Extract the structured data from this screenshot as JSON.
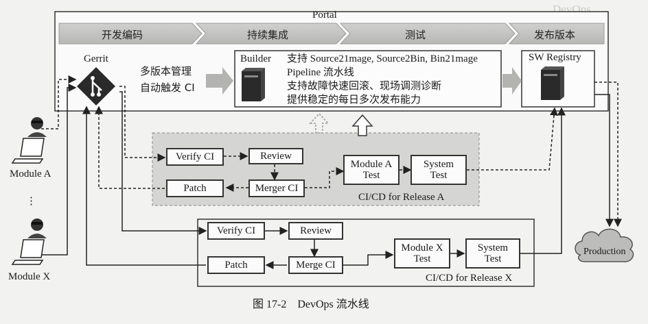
{
  "portal": {
    "title": "Portal"
  },
  "phases": [
    "开发编码",
    "持续集成",
    "测试",
    "发布版本"
  ],
  "gerrit": {
    "label": "Gerrit",
    "desc_line1": "多版本管理",
    "desc_line2": "自动触发 CI"
  },
  "builder": {
    "label": "Builder",
    "line1": "支持 Source21mage, Source2Bin, Bin21mage",
    "line2": "Pipeline 流水线",
    "line3": "支持故障快速回滚、现场调测诊断",
    "line4": "提供稳定的每日多次发布能力"
  },
  "registry": {
    "label": "SW Registry"
  },
  "release_a": {
    "verify": "Verify CI",
    "review": "Review",
    "patch": "Patch",
    "merge": "Merger CI",
    "module_test_l1": "Module A",
    "module_test_l2": "Test",
    "system_test_l1": "System",
    "system_test_l2": "Test",
    "caption": "CI/CD for Release A"
  },
  "release_x": {
    "verify": "Verify CI",
    "review": "Review",
    "patch": "Patch",
    "merge": "Merge CI",
    "module_test_l1": "Module X",
    "module_test_l2": "Test",
    "system_test_l1": "System",
    "system_test_l2": "Test",
    "caption": "CI/CD for Release X"
  },
  "modules": {
    "a": "Module A",
    "dots": "⋮",
    "x": "Module X"
  },
  "production": "Production",
  "figure_caption": "图 17-2　DevOps 流水线",
  "colors": {
    "arrow_gray": "#b8b8b6",
    "shaded_area": "#d6d6d4",
    "line": "#222222"
  }
}
